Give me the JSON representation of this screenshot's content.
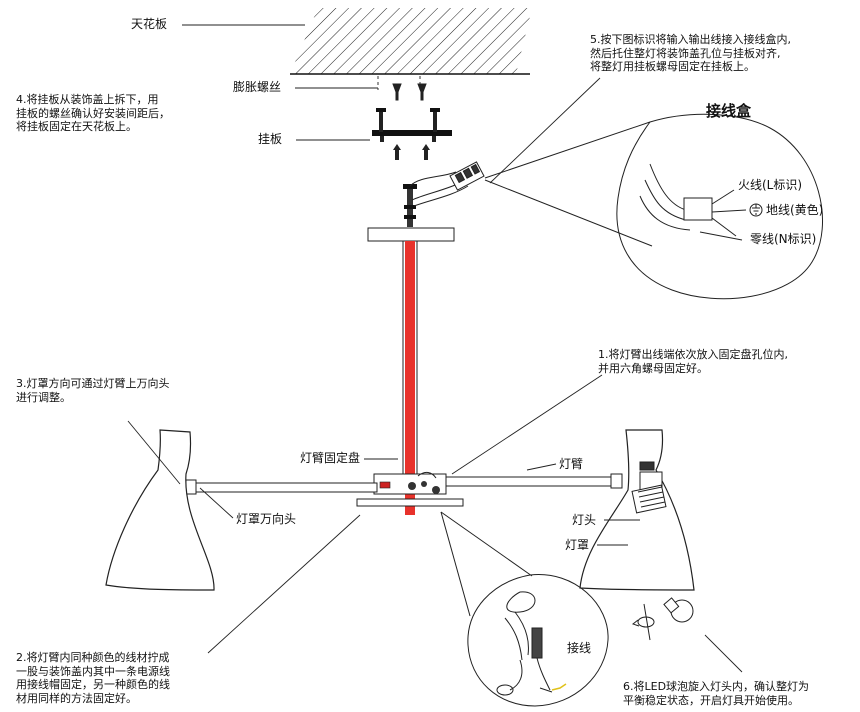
{
  "labels": {
    "ceiling": "天花板",
    "expansion_screw": "膨胀螺丝",
    "hanging_plate": "挂板",
    "arm_fixing_plate": "灯臂固定盘",
    "shade_swivel": "灯罩万向头",
    "lamp_arm": "灯臂",
    "lamp_head": "灯头",
    "lamp_shade": "灯罩",
    "junction_box": "接线盒",
    "live_wire": "火线(L标识)",
    "ground_wire": "地线(黄色)",
    "neutral_wire": "零线(N标识)",
    "wiring": "接线"
  },
  "steps": {
    "step1": [
      "1.将灯臂出线端依次放入固定盘孔位内,",
      "并用六角螺母固定好。"
    ],
    "step2": [
      "2.将灯臂内同种颜色的线材拧成",
      "一股与装饰盖内其中一条电源线",
      "用接线帽固定，另一种颜色的线",
      "材用同样的方法固定好。"
    ],
    "step3": [
      "3.灯罩方向可通过灯臂上万向头",
      "进行调整。"
    ],
    "step4": [
      "4.将挂板从装饰盖上拆下，用",
      "挂板的螺丝确认好安装间距后，",
      "将挂板固定在天花板上。"
    ],
    "step5": [
      "5.按下图标识将输入输出线接入接线盒内,",
      "然后托住整灯将装饰盖孔位与挂板对齐,",
      "将整灯用挂板螺母固定在挂板上。"
    ],
    "step6": [
      "6.将LED球泡旋入灯头内，确认整灯为",
      "平衡稳定状态，开启灯具开始使用。"
    ]
  },
  "colors": {
    "line": "#1a1a1a",
    "rod": "#e8322b",
    "ground_yellow": "#e0c21a"
  }
}
